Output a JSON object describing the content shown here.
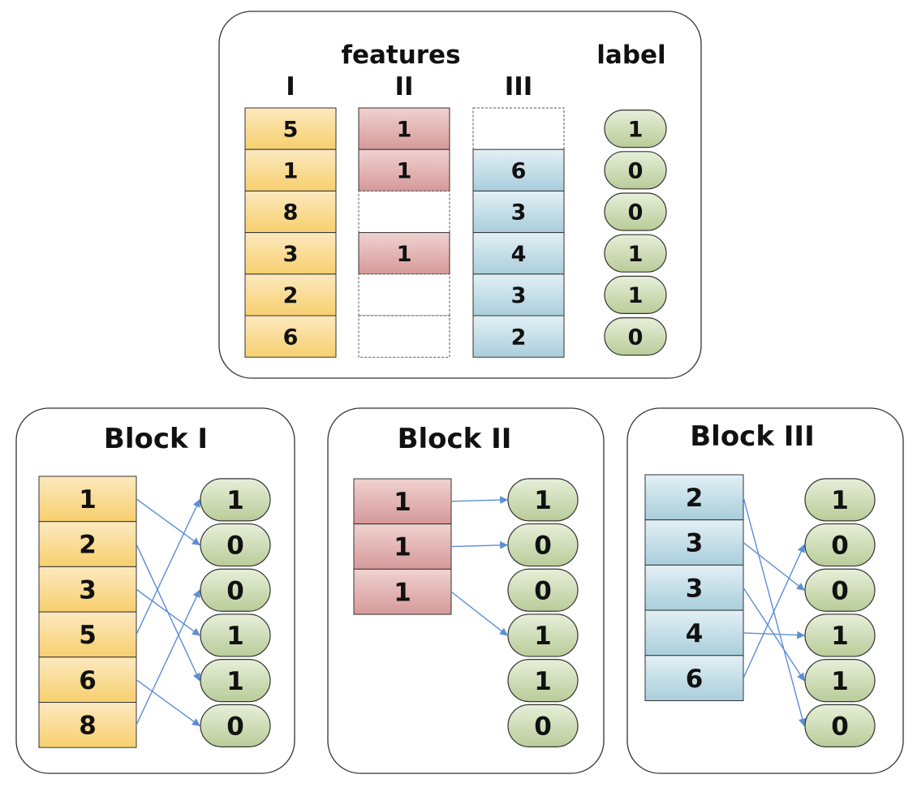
{
  "colors": {
    "feature_I": [
      "#fce9bf",
      "#f7cf6e"
    ],
    "feature_II": [
      "#f0d2d0",
      "#d6999a"
    ],
    "feature_III": [
      "#e3f0f5",
      "#a9cedc"
    ],
    "label": [
      "#e7efd9",
      "#b9cc99"
    ],
    "arrow": "#5b8ed6",
    "border": "#333333"
  },
  "top": {
    "features_title": "features",
    "label_title": "label",
    "col_headers": [
      "I",
      "II",
      "III"
    ],
    "columns": [
      [
        "5",
        "1",
        "8",
        "3",
        "2",
        "6"
      ],
      [
        "1",
        "1",
        null,
        "1",
        null,
        null
      ],
      [
        null,
        "6",
        "3",
        "4",
        "3",
        "2"
      ]
    ],
    "labels": [
      "1",
      "0",
      "0",
      "1",
      "1",
      "0"
    ]
  },
  "blocks": [
    {
      "title": "Block I",
      "values": [
        "1",
        "2",
        "3",
        "5",
        "6",
        "8"
      ],
      "labels": [
        "1",
        "0",
        "0",
        "1",
        "1",
        "0"
      ],
      "links": [
        [
          0,
          1
        ],
        [
          1,
          4
        ],
        [
          2,
          3
        ],
        [
          3,
          0
        ],
        [
          4,
          5
        ],
        [
          5,
          2
        ]
      ]
    },
    {
      "title": "Block II",
      "values": [
        "1",
        "1",
        "1"
      ],
      "labels": [
        "1",
        "0",
        "0",
        "1",
        "1",
        "0"
      ],
      "links": [
        [
          0,
          0
        ],
        [
          1,
          1
        ],
        [
          2,
          3
        ]
      ]
    },
    {
      "title": "Block III",
      "values": [
        "2",
        "3",
        "3",
        "4",
        "6"
      ],
      "labels": [
        "1",
        "0",
        "0",
        "1",
        "1",
        "0"
      ],
      "links": [
        [
          0,
          5
        ],
        [
          1,
          2
        ],
        [
          2,
          4
        ],
        [
          3,
          3
        ],
        [
          4,
          1
        ]
      ]
    }
  ]
}
